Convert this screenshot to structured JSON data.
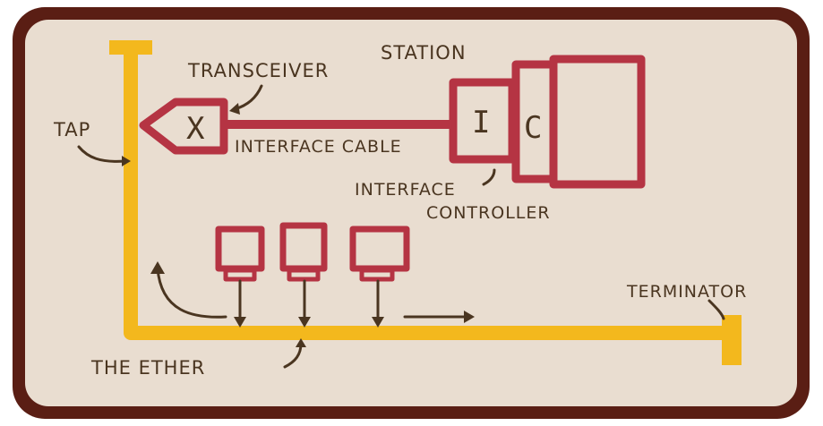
{
  "diagram": {
    "labels": {
      "station": "STATION",
      "transceiver": "TRANSCEIVER",
      "tap": "TAP",
      "interface_cable": "INTERFACE CABLE",
      "interface_controller_line1": "INTERFACE",
      "interface_controller_line2": "CONTROLLER",
      "terminator": "TERMINATOR",
      "the_ether": "THE ETHER"
    },
    "glyphs": {
      "transceiver_mark": "X",
      "interface_mark": "I",
      "controller_mark": "C"
    },
    "colors": {
      "background": "#e9ddd0",
      "frame": "#5a1e14",
      "ether": "#f3b81d",
      "hardware": "#b53443",
      "ink": "#4a3520"
    }
  }
}
